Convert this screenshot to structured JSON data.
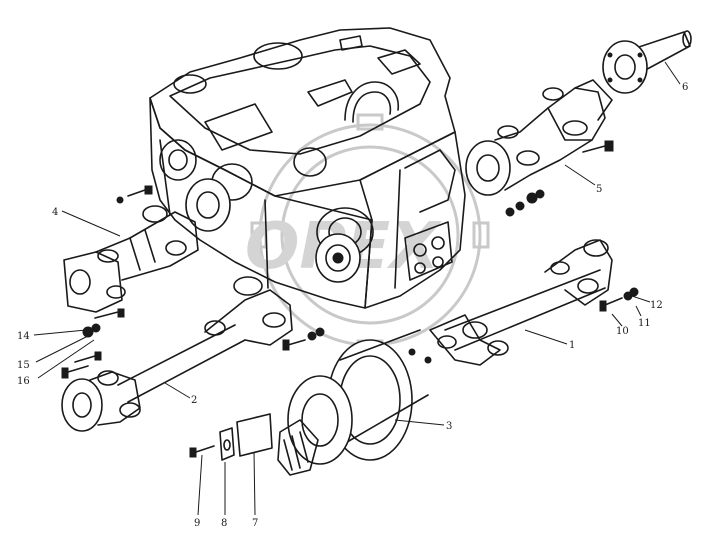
{
  "watermark": {
    "text": "OPEX"
  },
  "callouts": [
    {
      "id": "c6",
      "text": "6"
    },
    {
      "id": "c5",
      "text": "5"
    },
    {
      "id": "c4",
      "text": "4"
    },
    {
      "id": "c12",
      "text": "12"
    },
    {
      "id": "c11",
      "text": "11"
    },
    {
      "id": "c10",
      "text": "10"
    },
    {
      "id": "c1",
      "text": "1"
    },
    {
      "id": "c14",
      "text": "14"
    },
    {
      "id": "c15",
      "text": "15"
    },
    {
      "id": "c16",
      "text": "16"
    },
    {
      "id": "c2",
      "text": "2"
    },
    {
      "id": "c3",
      "text": "3"
    },
    {
      "id": "c9",
      "text": "9"
    },
    {
      "id": "c8",
      "text": "8"
    },
    {
      "id": "c7",
      "text": "7"
    }
  ]
}
